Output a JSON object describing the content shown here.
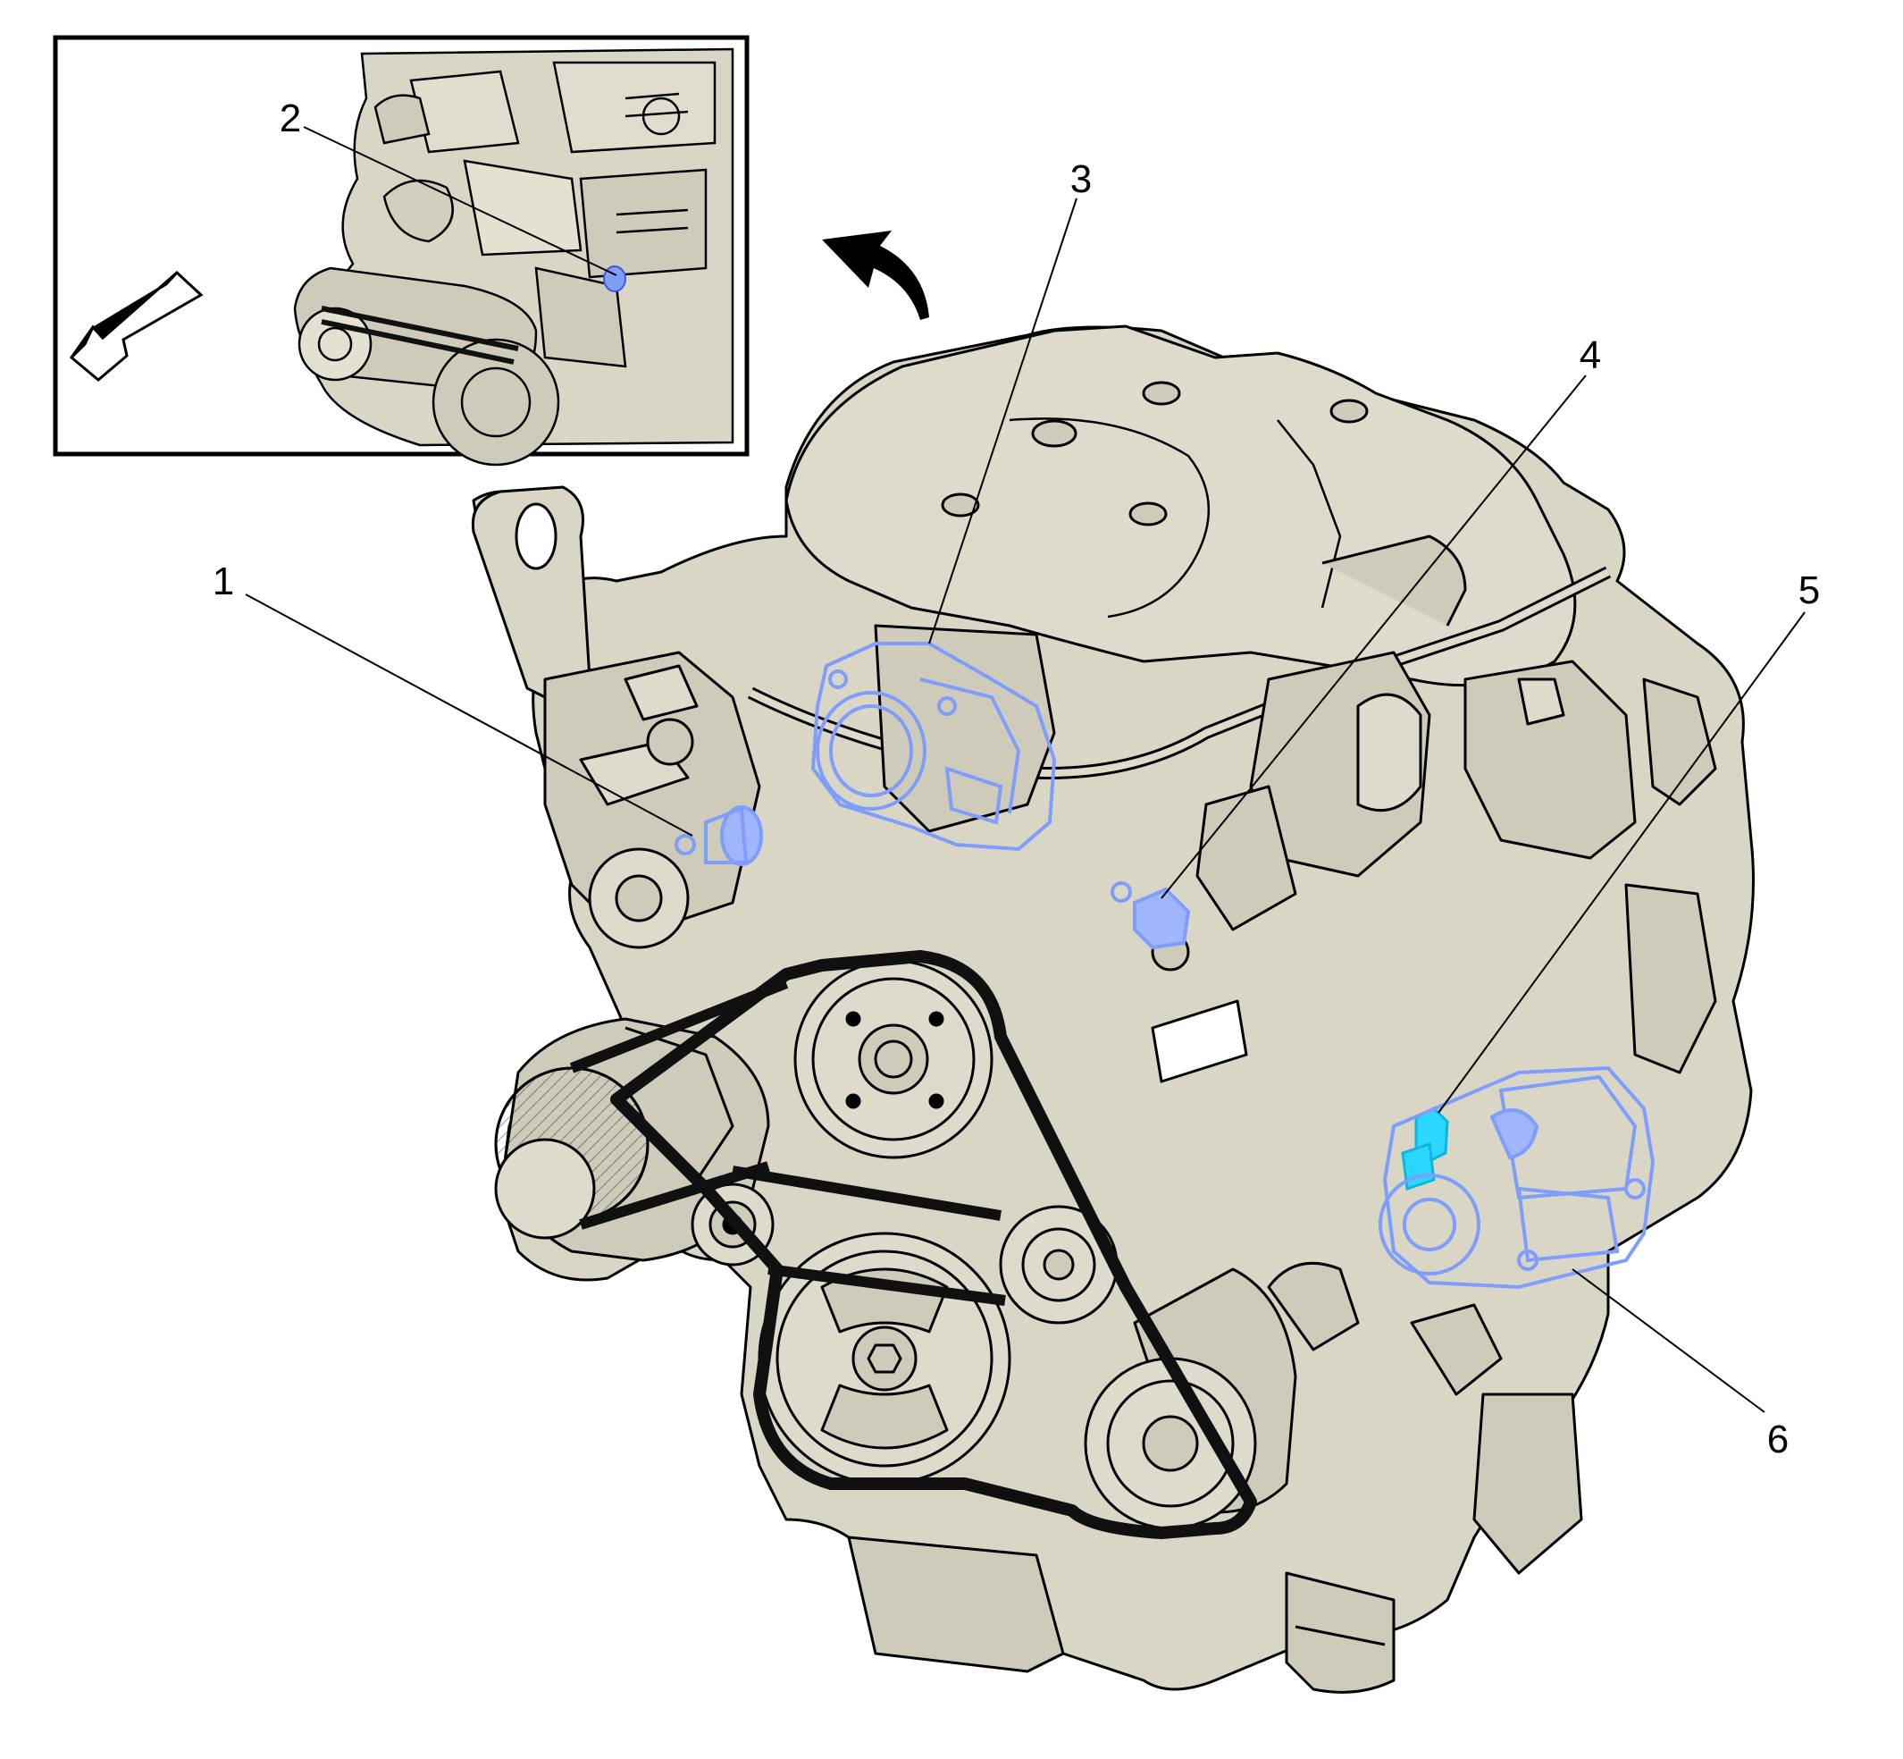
{
  "diagram": {
    "callouts": [
      {
        "id": "1",
        "label": "1"
      },
      {
        "id": "2",
        "label": "2"
      },
      {
        "id": "3",
        "label": "3"
      },
      {
        "id": "4",
        "label": "4"
      },
      {
        "id": "5",
        "label": "5"
      },
      {
        "id": "6",
        "label": "6"
      }
    ],
    "colors": {
      "engine_fill": "#d9d6c6",
      "component_highlight": "#7f9dfb",
      "connector_highlight": "#2bd7ff",
      "belt": "#101010",
      "outline": "#000000",
      "background": "#ffffff"
    },
    "icons": {
      "inset_direction_arrow": "front-direction-arrow-icon",
      "rotate_view_arrow": "rotate-view-arrow-icon"
    }
  }
}
